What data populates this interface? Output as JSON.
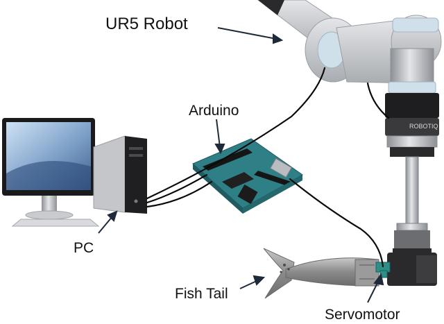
{
  "labels": {
    "robot": "UR5 Robot",
    "arduino": "Arduino",
    "pc": "PC",
    "fish_tail": "Fish Tail",
    "servomotor": "Servomotor",
    "gripper_brand": "ROBOTIQ"
  },
  "colors": {
    "robot_gray": "#b8babd",
    "robot_cap": "#cfe0ea",
    "dark": "#1c1c1e",
    "arduino_teal": "#2f7f86",
    "fish_gray": "#8e8e8e",
    "servo_teal": "#2d8f86",
    "cable": "#0a0a0a",
    "screen_blue": "#7da0c8"
  }
}
